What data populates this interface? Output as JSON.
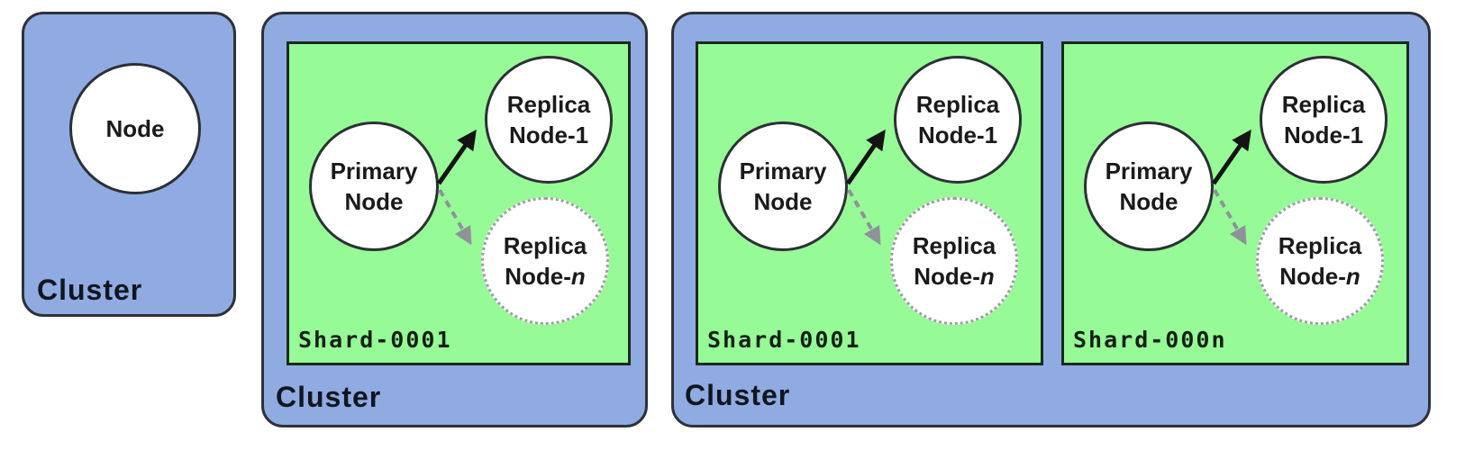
{
  "colors": {
    "cluster_fill": "#8fabe2",
    "cluster_border": "#2e3238",
    "shard_fill": "#96fa96",
    "shard_border": "#1b2a1b",
    "node_fill": "#ffffff",
    "node_border": "#2c3036",
    "replica_n_border": "#9aa0a2",
    "arrow_solid": "#141414",
    "arrow_dashed": "#8e9398",
    "label_color": "#10161f",
    "shard_label_color": "#142015",
    "node_text_color": "#1a1a1a"
  },
  "clusters": [
    {
      "label": "Cluster",
      "node": {
        "line1": "Node",
        "line2": "",
        "suffix": ""
      }
    },
    {
      "label": "Cluster",
      "shards": [
        {
          "label": "Shard-0001",
          "nodes": {
            "primary": {
              "line1": "Primary",
              "line2": "Node",
              "suffix": ""
            },
            "replica1": {
              "line1": "Replica",
              "line2": "Node-1",
              "suffix": ""
            },
            "replican": {
              "line1": "Replica",
              "line2": "Node-",
              "suffix": "n"
            }
          }
        }
      ]
    },
    {
      "label": "Cluster",
      "shards": [
        {
          "label": "Shard-0001",
          "nodes": {
            "primary": {
              "line1": "Primary",
              "line2": "Node",
              "suffix": ""
            },
            "replica1": {
              "line1": "Replica",
              "line2": "Node-1",
              "suffix": ""
            },
            "replican": {
              "line1": "Replica",
              "line2": "Node-",
              "suffix": "n"
            }
          }
        },
        {
          "label": "Shard-000n",
          "nodes": {
            "primary": {
              "line1": "Primary",
              "line2": "Node",
              "suffix": ""
            },
            "replica1": {
              "line1": "Replica",
              "line2": "Node-1",
              "suffix": ""
            },
            "replican": {
              "line1": "Replica",
              "line2": "Node-",
              "suffix": "n"
            }
          }
        }
      ]
    }
  ]
}
